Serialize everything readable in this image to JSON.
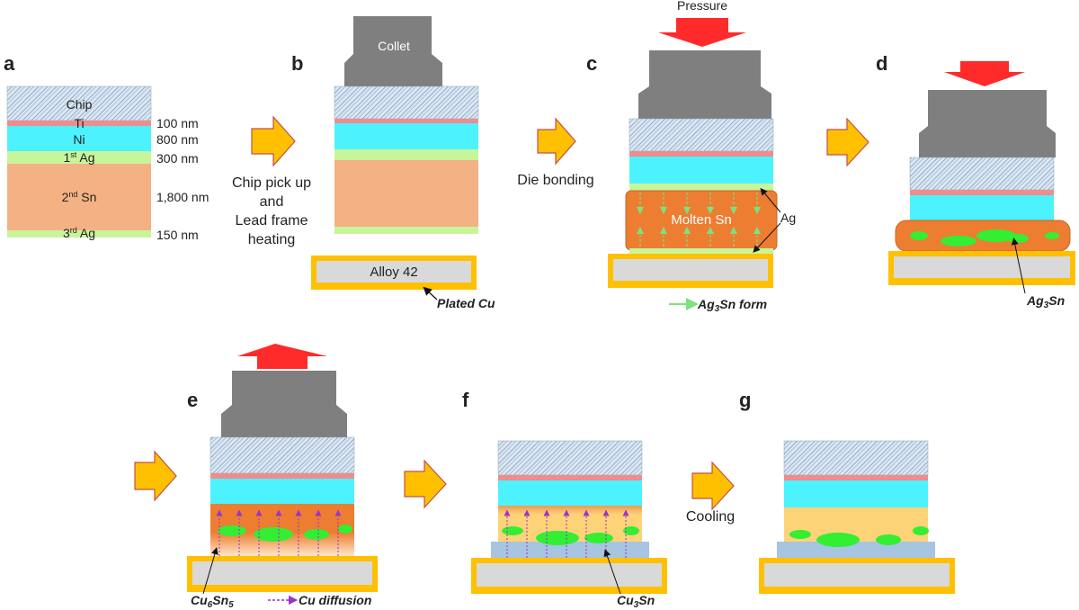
{
  "panels": {
    "a": "a",
    "b": "b",
    "c": "c",
    "d": "d",
    "e": "e",
    "f": "f",
    "g": "g"
  },
  "layers": {
    "chip": "Chip",
    "ti": "Ti",
    "ni": "Ni",
    "ag1_base": "1",
    "ag1_sup": "st",
    "ag1_name": " Ag",
    "sn2_base": "2",
    "sn2_sup": "nd",
    "sn2_name": " Sn",
    "ag3_base": "3",
    "ag3_sup": "rd",
    "ag3_name": " Ag"
  },
  "thickness": {
    "ti": "100 nm",
    "ni": "800 nm",
    "ag1": "300 nm",
    "sn2": "1,800 nm",
    "ag3": "150 nm"
  },
  "steps": {
    "pickup_line1": "Chip pick up",
    "pickup_line2": "and",
    "pickup_line3": "Lead frame",
    "pickup_line4": "heating",
    "bonding": "Die bonding",
    "cooling": "Cooling"
  },
  "labels": {
    "collet": "Collet",
    "alloy": "Alloy 42",
    "plated_cu": "Plated Cu",
    "pressure": "Pressure",
    "molten_sn": "Molten Sn",
    "ag": "Ag",
    "ag3sn_form_pre": "Ag",
    "ag3sn_form_sub": "3",
    "ag3sn_form_post": "Sn form",
    "ag3sn_pre": "Ag",
    "ag3sn_sub": "3",
    "ag3sn_post": "Sn",
    "cu6sn5_pre": "Cu",
    "cu6sn5_sub1": "6",
    "cu6sn5_mid": "Sn",
    "cu6sn5_sub2": "5",
    "cu_diffusion": "Cu diffusion",
    "cu3sn_pre": "Cu",
    "cu3sn_sub": "3",
    "cu3sn_post": "Sn"
  },
  "colors": {
    "chip_hatch": "#7a9cc2",
    "ti": "#f08c8c",
    "ni": "#4df2ff",
    "ag": "#c8f59a",
    "sn_solid": "#f4b183",
    "sn_molten": "#ed7d31",
    "collet": "#7f7f7f",
    "alloy42": "#d9d9d9",
    "plated_cu": "#ffc000",
    "ag3sn": "#33ee33",
    "cu6sn5": "#fdd378",
    "cu3sn": "#a7c4e0",
    "press_arrow": "#ff2a2a",
    "step_arrow": "#ffc000",
    "cu_diff_arrow": "#9933cc"
  }
}
